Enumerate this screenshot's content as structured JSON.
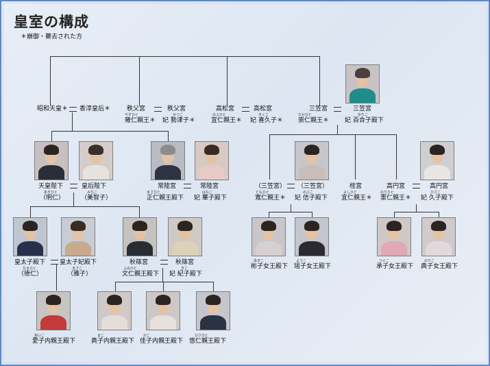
{
  "header": {
    "title": "皇室の構成",
    "note": "＊崩御・薨去された方"
  },
  "colors": {
    "border": "#5f86c2",
    "line": "#333333"
  },
  "gen1": {
    "showa": {
      "name": "昭和天皇＊"
    },
    "kojun": {
      "name": "香淳皇后＊"
    },
    "chichibu_husband": {
      "title": "秩父宮",
      "name": "雍仁親王＊",
      "ruby": "やすひと"
    },
    "chichibu_wife": {
      "title": "秩父宮",
      "name": "妃 勢津子＊",
      "ruby": "せつこ"
    },
    "takamatsu_husband": {
      "title": "高松宮",
      "name": "宣仁親王＊",
      "ruby": "のぶひと"
    },
    "takamatsu_wife": {
      "title": "高松宮",
      "name": "妃 喜久子＊",
      "ruby": "きくこ"
    },
    "mikasa_husband": {
      "title": "三笠宮",
      "name": "崇仁親王＊",
      "ruby": "たかひと"
    },
    "mikasa_wife": {
      "title": "三笠宮",
      "name": "妃 百合子殿下",
      "ruby": "ゆりこ"
    }
  },
  "gen2": {
    "emperor": {
      "title": "天皇陛下",
      "name": "（明仁）",
      "ruby": "あきひと"
    },
    "empress": {
      "title": "皇后陛下",
      "name": "（美智子）",
      "ruby": "みちこ"
    },
    "hitachi_husband": {
      "title": "常陸宮",
      "name": "正仁親王殿下",
      "ruby": "まさひと"
    },
    "hitachi_wife": {
      "title": "常陸宮",
      "name": "妃 華子殿下",
      "ruby": "はなこ"
    },
    "tomohito": {
      "title": "（三笠宮）",
      "name": "寬仁親王＊",
      "ruby": "ともひと"
    },
    "nobuko": {
      "title": "（三笠宮）",
      "name": "妃 信子殿下",
      "ruby": "のぶこ"
    },
    "katsura": {
      "title": "桂宮",
      "name": "宜仁親王＊",
      "ruby": "よしひと"
    },
    "takamado_husband": {
      "title": "高円宮",
      "name": "憲仁親王＊",
      "ruby": "のりひと"
    },
    "takamado_wife": {
      "title": "高円宮",
      "name": "妃 久子殿下",
      "ruby": "ひさこ"
    }
  },
  "gen3": {
    "crown_prince": {
      "title": "皇太子殿下",
      "name": "（徳仁）",
      "ruby": "なるひと"
    },
    "crown_princess": {
      "title": "皇太子妃殿下",
      "name": "（雅子）",
      "ruby": "まさこ"
    },
    "akishino_husband": {
      "title": "秋篠宮",
      "name": "文仁親王殿下",
      "ruby": "ふみひと"
    },
    "akishino_wife": {
      "title": "秋篠宮",
      "name": "妃 紀子殿下",
      "ruby": "きこ"
    },
    "akiko": {
      "name": "彬子女王殿下",
      "ruby": "あきこ"
    },
    "yoko": {
      "name": "瑶子女王殿下",
      "ruby": "ようこ"
    },
    "tsuguko": {
      "name": "承子女王殿下",
      "ruby": "つぐこ"
    },
    "noriko": {
      "name": "典子女王殿下",
      "ruby": "のりこ"
    }
  },
  "gen4": {
    "aiko": {
      "name": "愛子内親王殿下",
      "ruby": "あいこ"
    },
    "mako": {
      "name": "眞子内親王殿下",
      "ruby": "まこ"
    },
    "kako": {
      "name": "佳子内親王殿下",
      "ruby": "かこ"
    },
    "hisahito": {
      "name": "悠仁親王殿下",
      "ruby": "ひさひと"
    }
  },
  "photos": {
    "yuriko": {
      "icon": "portrait-icon"
    },
    "emperor": {
      "icon": "portrait-icon"
    },
    "empress": {
      "icon": "portrait-icon"
    },
    "hitachi_husband": {
      "icon": "portrait-icon"
    },
    "hitachi_wife": {
      "icon": "portrait-icon"
    },
    "nobuko": {
      "icon": "portrait-icon"
    },
    "takamado_wife": {
      "icon": "portrait-icon"
    },
    "crown_prince": {
      "icon": "portrait-icon"
    },
    "crown_princess": {
      "icon": "portrait-icon"
    },
    "akishino_husband": {
      "icon": "portrait-icon"
    },
    "akishino_wife": {
      "icon": "portrait-icon"
    },
    "akiko": {
      "icon": "portrait-icon"
    },
    "yoko": {
      "icon": "portrait-icon"
    },
    "tsuguko": {
      "icon": "portrait-icon"
    },
    "noriko": {
      "icon": "portrait-icon"
    },
    "aiko": {
      "icon": "portrait-icon"
    },
    "mako": {
      "icon": "portrait-icon"
    },
    "kako": {
      "icon": "portrait-icon"
    },
    "hisahito": {
      "icon": "portrait-icon"
    }
  }
}
